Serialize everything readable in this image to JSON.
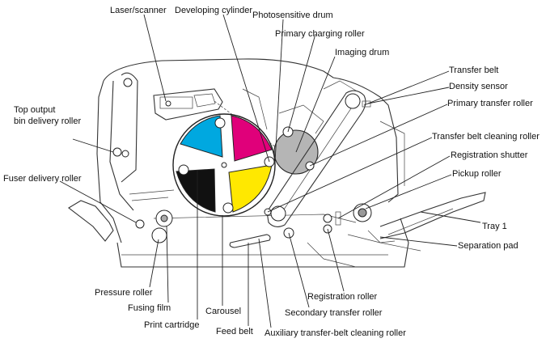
{
  "labels": {
    "laser_scanner": "Laser/scanner",
    "developing_cylinder": "Developing cylinder",
    "photosensitive_drum": "Photosensitive drum",
    "primary_charging_roller": "Primary charging roller",
    "imaging_drum": "Imaging drum",
    "transfer_belt": "Transfer belt",
    "density_sensor": "Density sensor",
    "primary_transfer_roller": "Primary transfer roller",
    "transfer_belt_cleaning_roller": "Transfer belt cleaning roller",
    "registration_shutter": "Registration shutter",
    "pickup_roller": "Pickup roller",
    "tray_1": "Tray 1",
    "separation_pad": "Separation pad",
    "registration_roller": "Registration roller",
    "secondary_transfer_roller": "Secondary transfer roller",
    "auxiliary_cleaning_roller": "Auxiliary transfer-belt cleaning roller",
    "feed_belt": "Feed belt",
    "carousel": "Carousel",
    "print_cartridge": "Print cartridge",
    "fusing_film": "Fusing film",
    "pressure_roller": "Pressure roller",
    "fuser_delivery_roller": "Fuser delivery roller",
    "top_output_line1": "Top output",
    "top_output_line2": "bin delivery roller"
  },
  "colors": {
    "cyan": "#00a8e0",
    "magenta": "#e0007a",
    "yellow": "#ffe800",
    "black": "#111111",
    "drum": "#b5b5b5"
  }
}
